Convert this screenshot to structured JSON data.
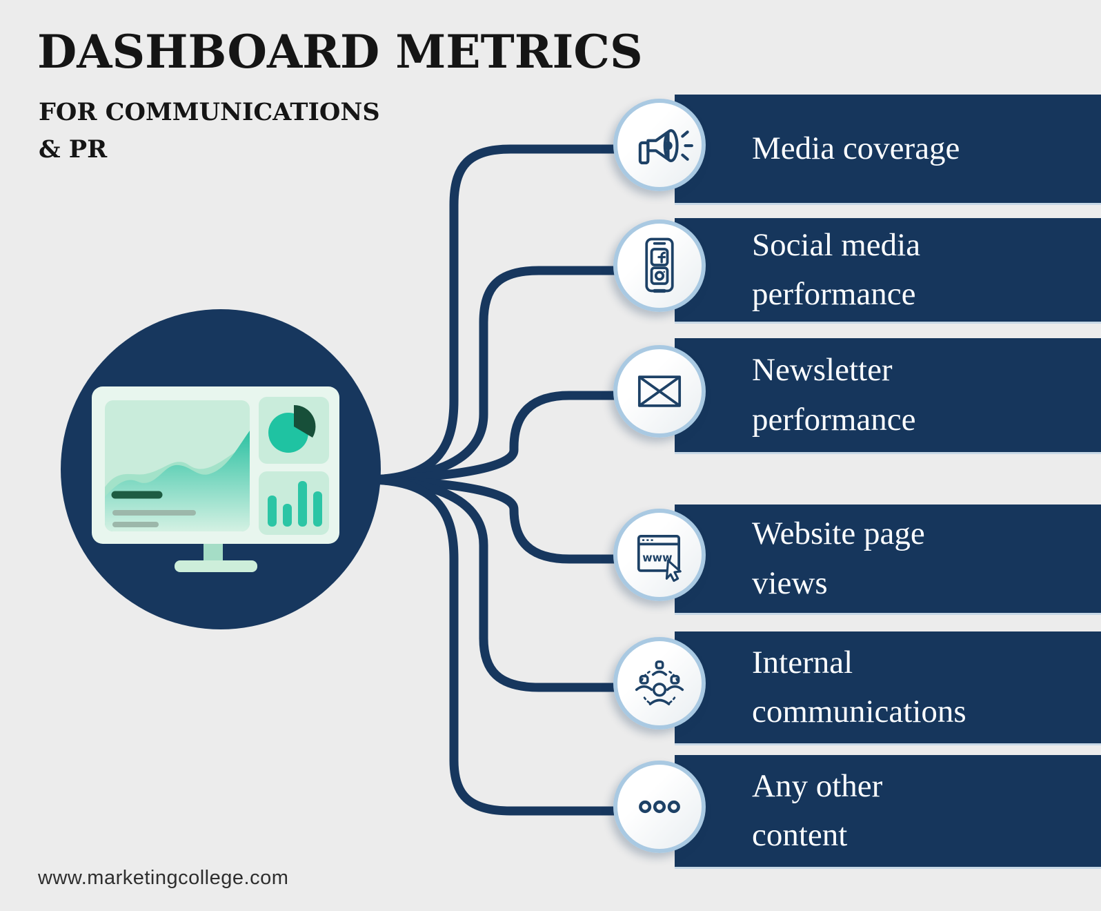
{
  "page": {
    "title": "DASHBOARD METRICS",
    "subtitle_line1": "FOR COMMUNICATIONS",
    "subtitle_line2": "& PR",
    "footer": "www.marketingcollege.com",
    "background_color": "#ececec"
  },
  "colors": {
    "navy": "#16365c",
    "connector": "#17375e",
    "circle_ring_blue": "#a9c9e2",
    "icon_stroke": "#1d4166",
    "screen_mint": "#e8f6ee",
    "panel_mint": "#c9ecdb",
    "teal": "#2bc5a5",
    "dark_green": "#1d5c42",
    "label_text": "#fbfdff"
  },
  "hub": {
    "icon": "dashboard-monitor-icon"
  },
  "items": [
    {
      "label": "Media coverage",
      "icon": "megaphone-icon"
    },
    {
      "label": "Social media\nperformance",
      "icon": "smartphone-social-icon"
    },
    {
      "label": "Newsletter\nperformance",
      "icon": "envelope-icon"
    },
    {
      "label": "Website page\nviews",
      "icon": "browser-www-icon"
    },
    {
      "label": "Internal\ncommunications",
      "icon": "people-group-icon"
    },
    {
      "label": "Any other\ncontent",
      "icon": "ellipsis-icon"
    }
  ]
}
